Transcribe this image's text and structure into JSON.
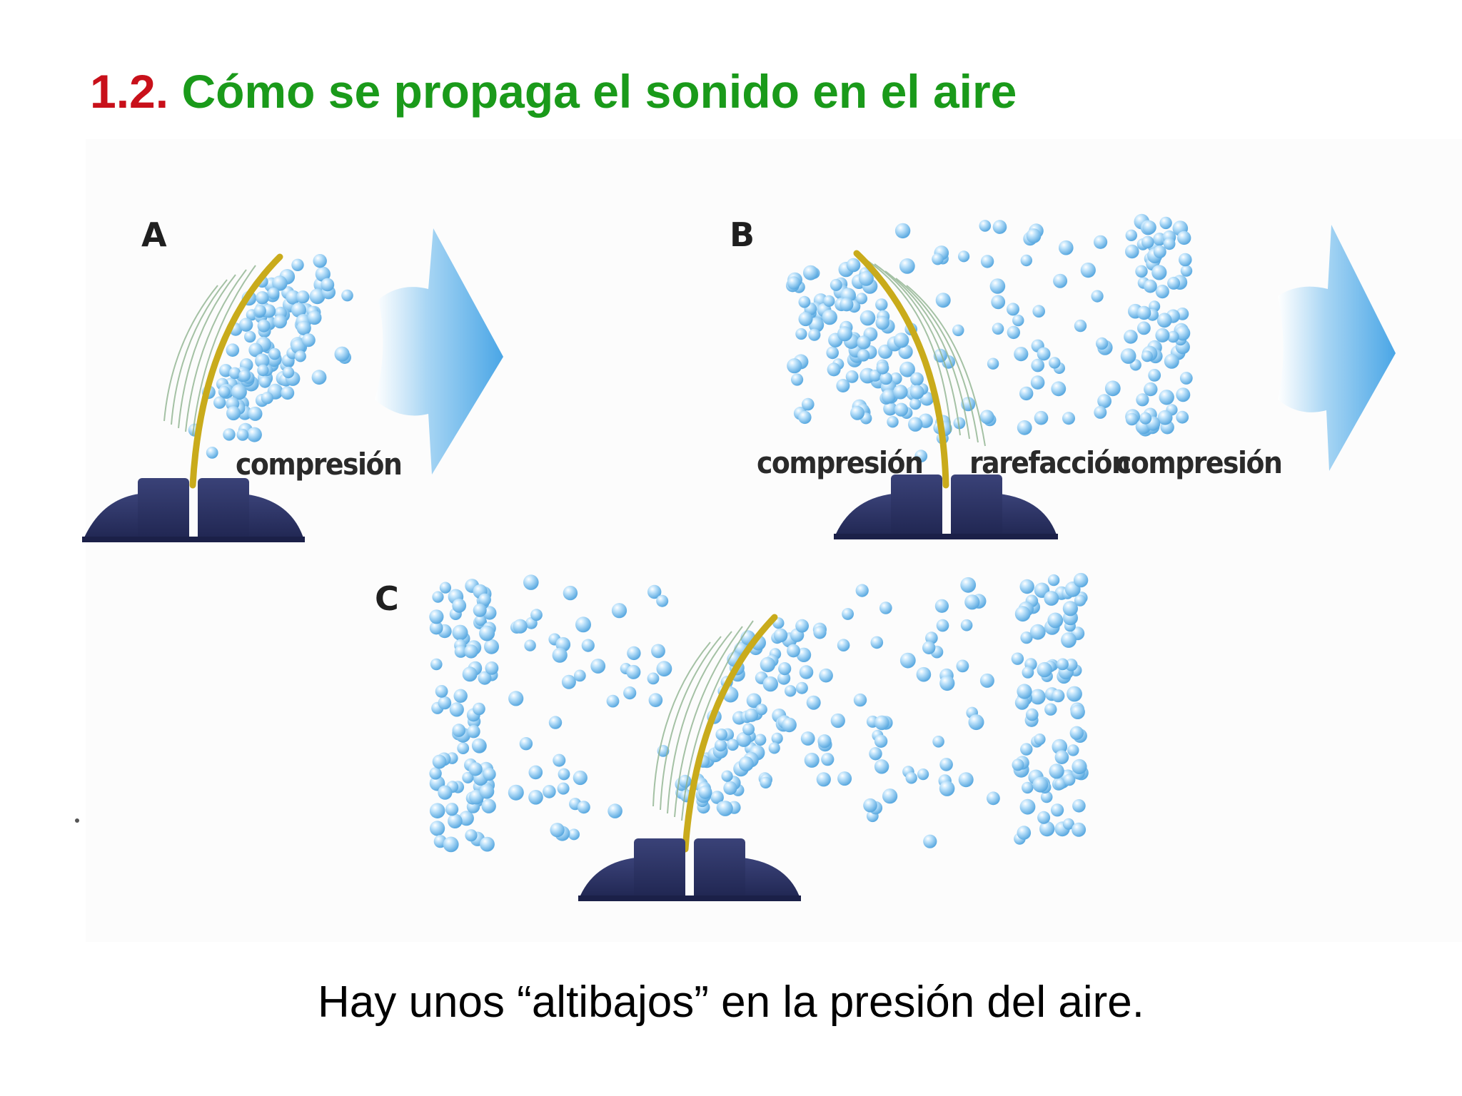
{
  "title": {
    "number": "1.2.",
    "text": "Cómo se propaga el sonido en el aire",
    "number_color": "#c8101a",
    "text_color": "#1a9a1a"
  },
  "panels": [
    {
      "id": "A",
      "letter": "A",
      "labels": [
        "compresión"
      ]
    },
    {
      "id": "B",
      "letter": "B",
      "labels": [
        "compresión",
        "rarefacción",
        "compresión"
      ]
    },
    {
      "id": "C",
      "letter": "C",
      "labels": []
    }
  ],
  "caption": "Hay unos “altibajos” en la presión del aire.",
  "colors": {
    "particle": "#7fc0ee",
    "reed": "#c9ab1b",
    "base": "#2b3160",
    "arrow": "#5fb0e8"
  }
}
